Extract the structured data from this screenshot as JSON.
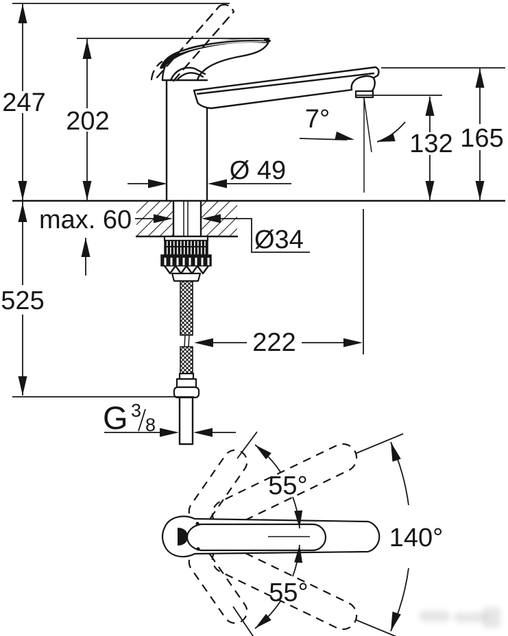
{
  "drawing": {
    "type": "faucet installation dimension drawing",
    "labels": {
      "height_total": "247",
      "height_body": "202",
      "height_spout": "165",
      "height_outlet": "132",
      "depth_below_counter": "525",
      "counter_thickness_max": "max. 60",
      "dia_base": "Ø 49",
      "dia_shank": "Ø34",
      "outlet_angle": "7°",
      "hose_offset": "222",
      "thread_g": "G",
      "thread_num": "3",
      "thread_den": "8",
      "swivel_upper": "55°",
      "swivel_lower": "55°",
      "swivel_total": "140°"
    },
    "colors": {
      "ink": "#161616",
      "paper": "#ffffff",
      "watermark": "#c9c9c9"
    }
  }
}
